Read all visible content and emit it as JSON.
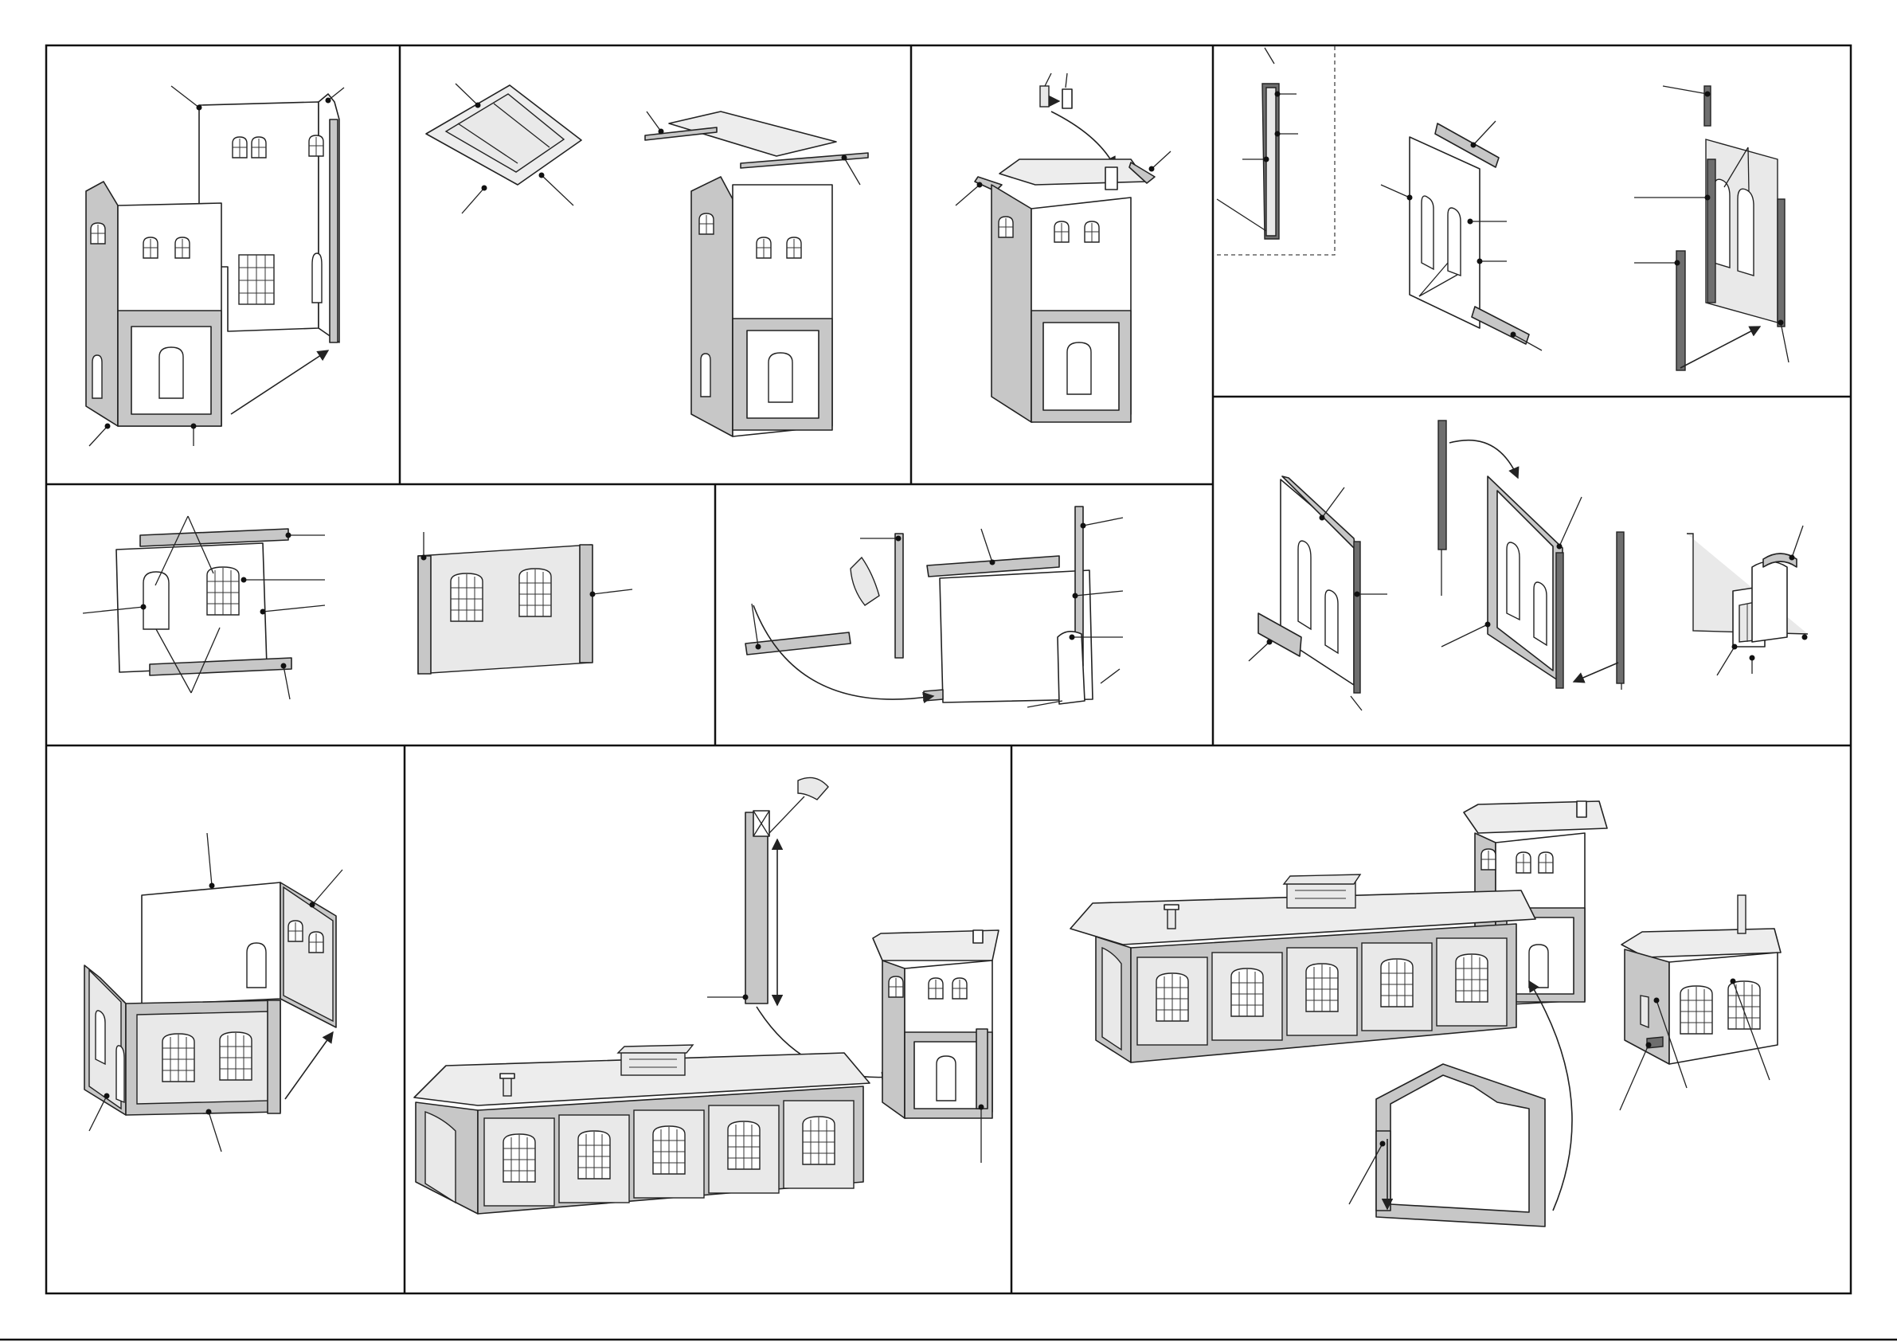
{
  "sheet": {
    "panels": [
      {
        "id": "step-1",
        "content": "tower-walls-unfolded"
      },
      {
        "id": "step-2",
        "content": "tower-roof-fitting"
      },
      {
        "id": "step-3",
        "content": "tower-roof-details"
      },
      {
        "id": "step-4",
        "content": "door-wall-trim"
      },
      {
        "id": "step-5",
        "content": "window-wall-trim"
      },
      {
        "id": "step-6",
        "content": "window-wall-posts"
      },
      {
        "id": "step-7",
        "content": "side-wall-parts"
      },
      {
        "id": "step-8",
        "content": "gable-wall-parts"
      },
      {
        "id": "step-9",
        "content": "annex-walls"
      },
      {
        "id": "step-10",
        "content": "shed-to-tower"
      },
      {
        "id": "step-11",
        "content": "final-layout"
      }
    ]
  }
}
